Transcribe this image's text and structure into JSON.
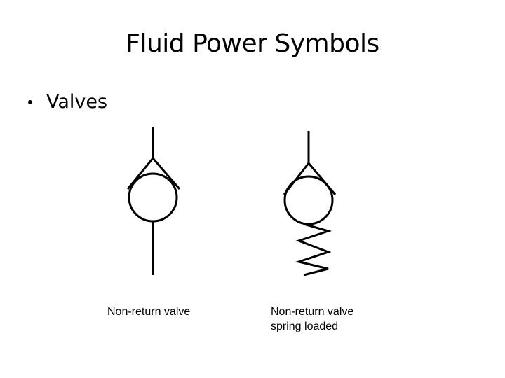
{
  "slide": {
    "title": "Fluid Power Symbols",
    "bullet": "Valves"
  },
  "symbols": [
    {
      "name": "non-return-valve",
      "caption_lines": [
        "Non-return valve"
      ]
    },
    {
      "name": "non-return-valve-spring-loaded",
      "caption_lines": [
        "Non-return valve",
        "spring loaded"
      ]
    }
  ]
}
